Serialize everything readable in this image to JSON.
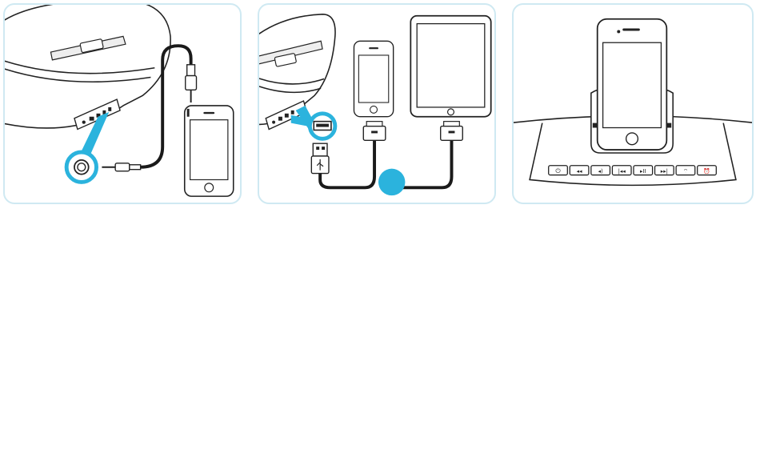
{
  "colors": {
    "panel_border": "#cfe9f2",
    "accent": "#2bb3dd",
    "ink": "#222222",
    "cable": "#1a1a1a"
  },
  "panels": [
    {
      "id": "aux-in-connection",
      "icons": [
        "speaker-dock-icon",
        "aux-jack-icon",
        "audio-cable-icon",
        "iphone-icon"
      ]
    },
    {
      "id": "usb-charge-connection",
      "icons": [
        "speaker-dock-icon",
        "usb-port-icon",
        "usb-plug-icon",
        "30pin-connector-icon",
        "iphone-icon",
        "ipad-icon"
      ]
    },
    {
      "id": "dock-controls",
      "icons": [
        "iphone-icon",
        "power-icon",
        "rewind-icon",
        "volume-icon",
        "previous-icon",
        "play-pause-icon",
        "next-icon",
        "radio-icon",
        "alarm-icon"
      ]
    }
  ]
}
